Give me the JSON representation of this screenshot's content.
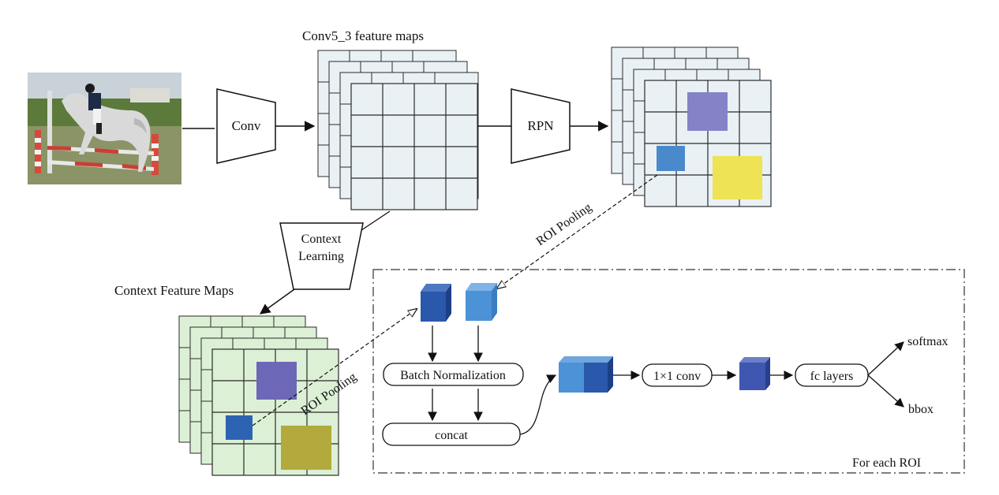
{
  "diagram": {
    "labels": {
      "conv5_3": "Conv5_3 feature maps",
      "conv": "Conv",
      "rpn": "RPN",
      "context_learning_line1": "Context",
      "context_learning_line2": "Learning",
      "context_feature_maps": "Context Feature Maps",
      "roi_pooling_top": "ROI Pooling",
      "roi_pooling_bottom": "ROI Pooling",
      "batch_normalization": "Batch Normalization",
      "concat": "concat",
      "conv1x1": "1×1 conv",
      "fc_layers": "fc layers",
      "softmax": "softmax",
      "bbox": "bbox",
      "for_each_roi": "For each ROI"
    },
    "photo": {
      "subject": "rider-on-horse-jumping-photo"
    },
    "colors": {
      "feature_map_fill": "#e9f1f5",
      "context_map_fill": "#dcf0d6",
      "grid_line": "#2b2b2b",
      "roi_purple": "#8483c8",
      "roi_blue": "#4a89cc",
      "roi_yellow": "#eee354",
      "context_purple": "#6d67b8",
      "context_blue": "#2d63b3",
      "context_olive": "#b2aa3d",
      "cube_dark_blue": "#2a58aa",
      "cube_light_blue": "#4b93d6",
      "cube_conv_blue": "#3f57b0"
    }
  }
}
